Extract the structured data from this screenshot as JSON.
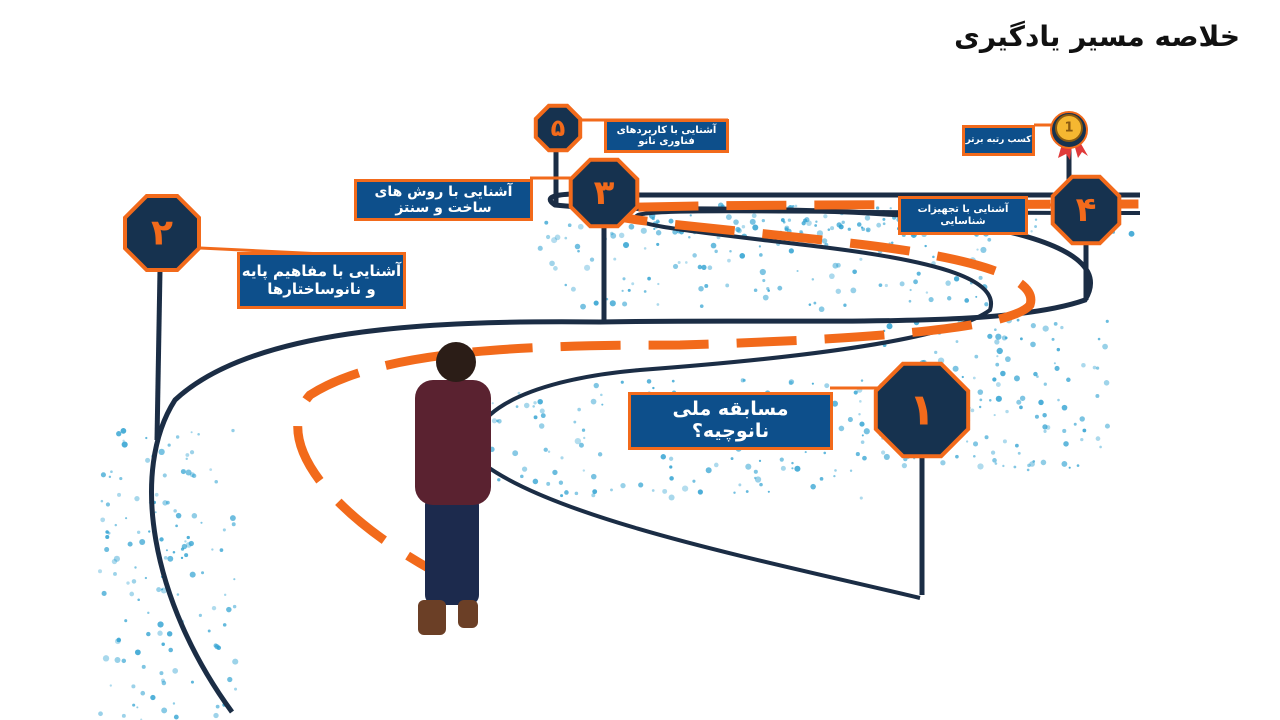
{
  "title": "خلاصه مسیر یادگیری",
  "colors": {
    "accent": "#f26a1b",
    "box": "#0d4f8b",
    "sign": "#16324f",
    "road": "#1b2d45",
    "dots": "#2a9fd0"
  },
  "steps": [
    {
      "number": "۱",
      "label": "مسابقه ملی نانوچیه؟"
    },
    {
      "number": "۲",
      "label": "آشنایی با مفاهیم پایه و نانوساختارها"
    },
    {
      "number": "۳",
      "label": "آشنایی با روش های ساخت و سنتز"
    },
    {
      "number": "۴",
      "label": "آشنایی با تجهیزات شناسایی"
    },
    {
      "number": "۵",
      "label": "آشنایی با کاربردهای فناوری نانو"
    }
  ],
  "goal": {
    "icon": "medal-icon",
    "medal_number": "1",
    "label": "کسب رتبه برتر"
  }
}
